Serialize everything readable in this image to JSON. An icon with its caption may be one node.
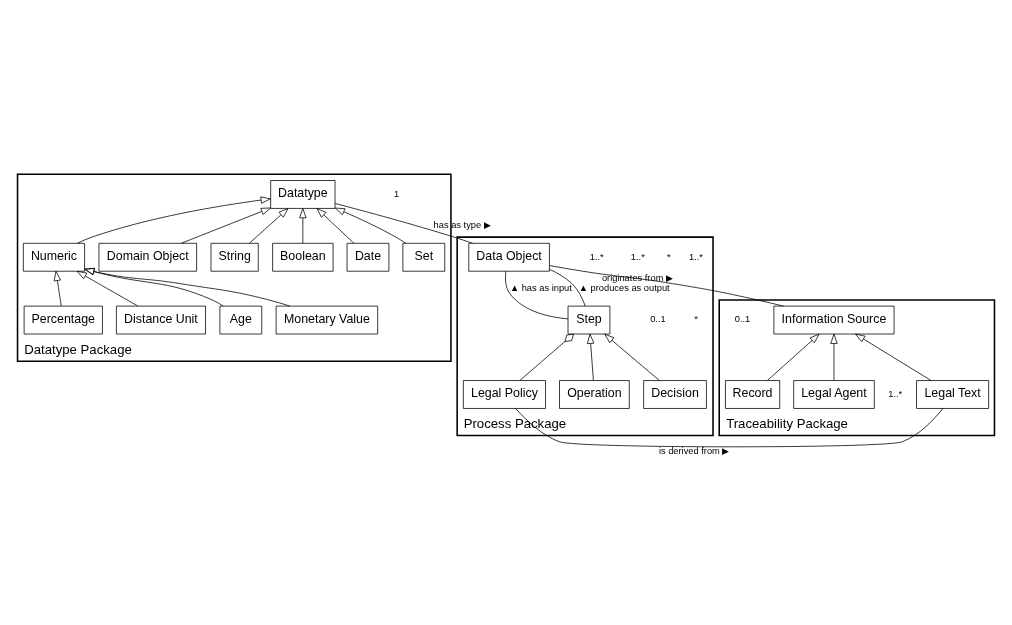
{
  "diagram": {
    "nodes": [
      {
        "text": [
          "Process Package"
        ]
      },
      {
        "text": [
          "Data Object"
        ],
        "in": 0
      },
      {
        "text": [
          "Step"
        ],
        "in": 0
      },
      {
        "text": [
          "Decision"
        ],
        "in": 0
      },
      {
        "text": [
          "Operation"
        ],
        "in": 0
      },
      {
        "text": [
          "Legal Policy"
        ],
        "in": 0
      },
      {
        "text": [
          "Datatype Package"
        ]
      },
      {
        "text": [
          "Datatype"
        ],
        "in": 6
      },
      {
        "text": [
          "Set"
        ],
        "in": 6
      },
      {
        "text": [
          "Date"
        ],
        "in": 6
      },
      {
        "text": [
          "Boolean"
        ],
        "in": 6
      },
      {
        "text": [
          "Numeric"
        ],
        "in": 6
      },
      {
        "text": [
          "String"
        ],
        "in": 6
      },
      {
        "text": [
          "Domain Object"
        ],
        "in": 6
      },
      {
        "text": [
          "Monetary Value"
        ],
        "in": 6
      },
      {
        "text": [
          "Age"
        ],
        "in": 6
      },
      {
        "text": [
          "Distance Unit"
        ],
        "in": 6
      },
      {
        "text": [
          "Percentage"
        ],
        "in": 6
      },
      {
        "text": [
          "Traceability Package"
        ]
      },
      {
        "text": [
          "Legal Text"
        ],
        "in": 18
      },
      {
        "text": [
          "Legal Agent"
        ],
        "in": 18
      },
      {
        "text": [
          "Record"
        ],
        "in": 18
      },
      {
        "text": [
          "Information Source"
        ],
        "in": 18
      }
    ],
    "edges": [
      {
        "from": 1,
        "to": 7,
        "arrow": "none",
        "label": "has as type ▶"
      },
      {
        "from": 2,
        "to": 1,
        "arrow": "none",
        "label": "▲ has as input"
      },
      {
        "from": 2,
        "to": 1,
        "arrow": "none",
        "label": "▲ produces as output"
      },
      {
        "from": 3,
        "to": 2,
        "arrow": "to"
      },
      {
        "from": 4,
        "to": 2,
        "arrow": "to"
      },
      {
        "from": 5,
        "to": 2,
        "arrow": "other"
      },
      {
        "from": 8,
        "to": 7,
        "arrow": "to"
      },
      {
        "from": 9,
        "to": 7,
        "arrow": "to"
      },
      {
        "from": 10,
        "to": 7,
        "arrow": "to"
      },
      {
        "from": 11,
        "to": 7,
        "arrow": "to"
      },
      {
        "from": 12,
        "to": 7,
        "arrow": "to"
      },
      {
        "from": 13,
        "to": 7,
        "arrow": "to"
      },
      {
        "from": 14,
        "to": 11,
        "arrow": "to"
      },
      {
        "from": 15,
        "to": 11,
        "arrow": "to"
      },
      {
        "from": 16,
        "to": 11,
        "arrow": "to"
      },
      {
        "from": 17,
        "to": 11,
        "arrow": "to"
      },
      {
        "from": 5,
        "to": 19,
        "arrow": "none",
        "label": "is derived from ▶"
      },
      {
        "from": 1,
        "to": 22,
        "arrow": "none",
        "label": "originates from ▶"
      },
      {
        "from": 19,
        "to": 22,
        "arrow": "to"
      },
      {
        "from": 20,
        "to": 22,
        "arrow": "to"
      },
      {
        "from": 21,
        "to": 22,
        "arrow": "to"
      }
    ],
    "labels": [
      "1..*",
      "*",
      "1",
      "1..*",
      "1..*",
      "*",
      "0..1",
      "1..*",
      "0..1"
    ]
  }
}
